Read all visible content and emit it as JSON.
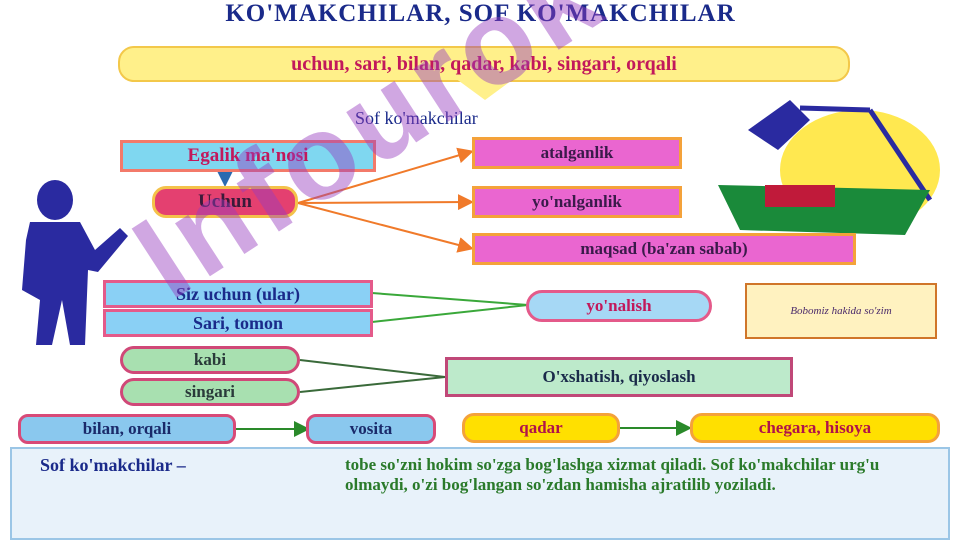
{
  "title": "KO'MAKCHILAR, SOF KO'MAKCHILAR",
  "banner": "uchun, sari, bilan, qadar, kabi, singari, orqali",
  "subheading": "Sof ko'makchilar",
  "meaning_box": "Egalik ma'nosi",
  "uchun_box": "Uchun",
  "uchun_targets": [
    "atalganlik",
    "yo'nalganlik",
    "maqsad (ba'zan sabab)"
  ],
  "direction_left": [
    "Siz uchun (ular)",
    "Sari, tomon"
  ],
  "direction_target": "yo'nalish",
  "similarity_left": [
    "kabi",
    "singari"
  ],
  "similarity_target": "O'xshatish, qiyoslash",
  "bottom_row": {
    "left": "bilan, orqali",
    "middle": "vosita",
    "right_key": "qadar",
    "right_value": "chegara, hisoya"
  },
  "book_note": "Bobomiz hakida so'zim",
  "definition_label": "Sof ko'makchilar –",
  "definition_text": "tobe so'zni hokim so'zga bog'lashga xizmat qiladi. Sof ko'makchilar urg'u olmaydi, o'zi bog'langan so'zdan hamisha ajratilib yoziladi.",
  "watermark": "Infourok",
  "colors": {
    "title": "#1a2a8a",
    "banner_bg": "#fff08a",
    "arrow_orange": "#f07a2a",
    "line_green": "#3aa83a",
    "watermark": "#9a3cbe"
  }
}
